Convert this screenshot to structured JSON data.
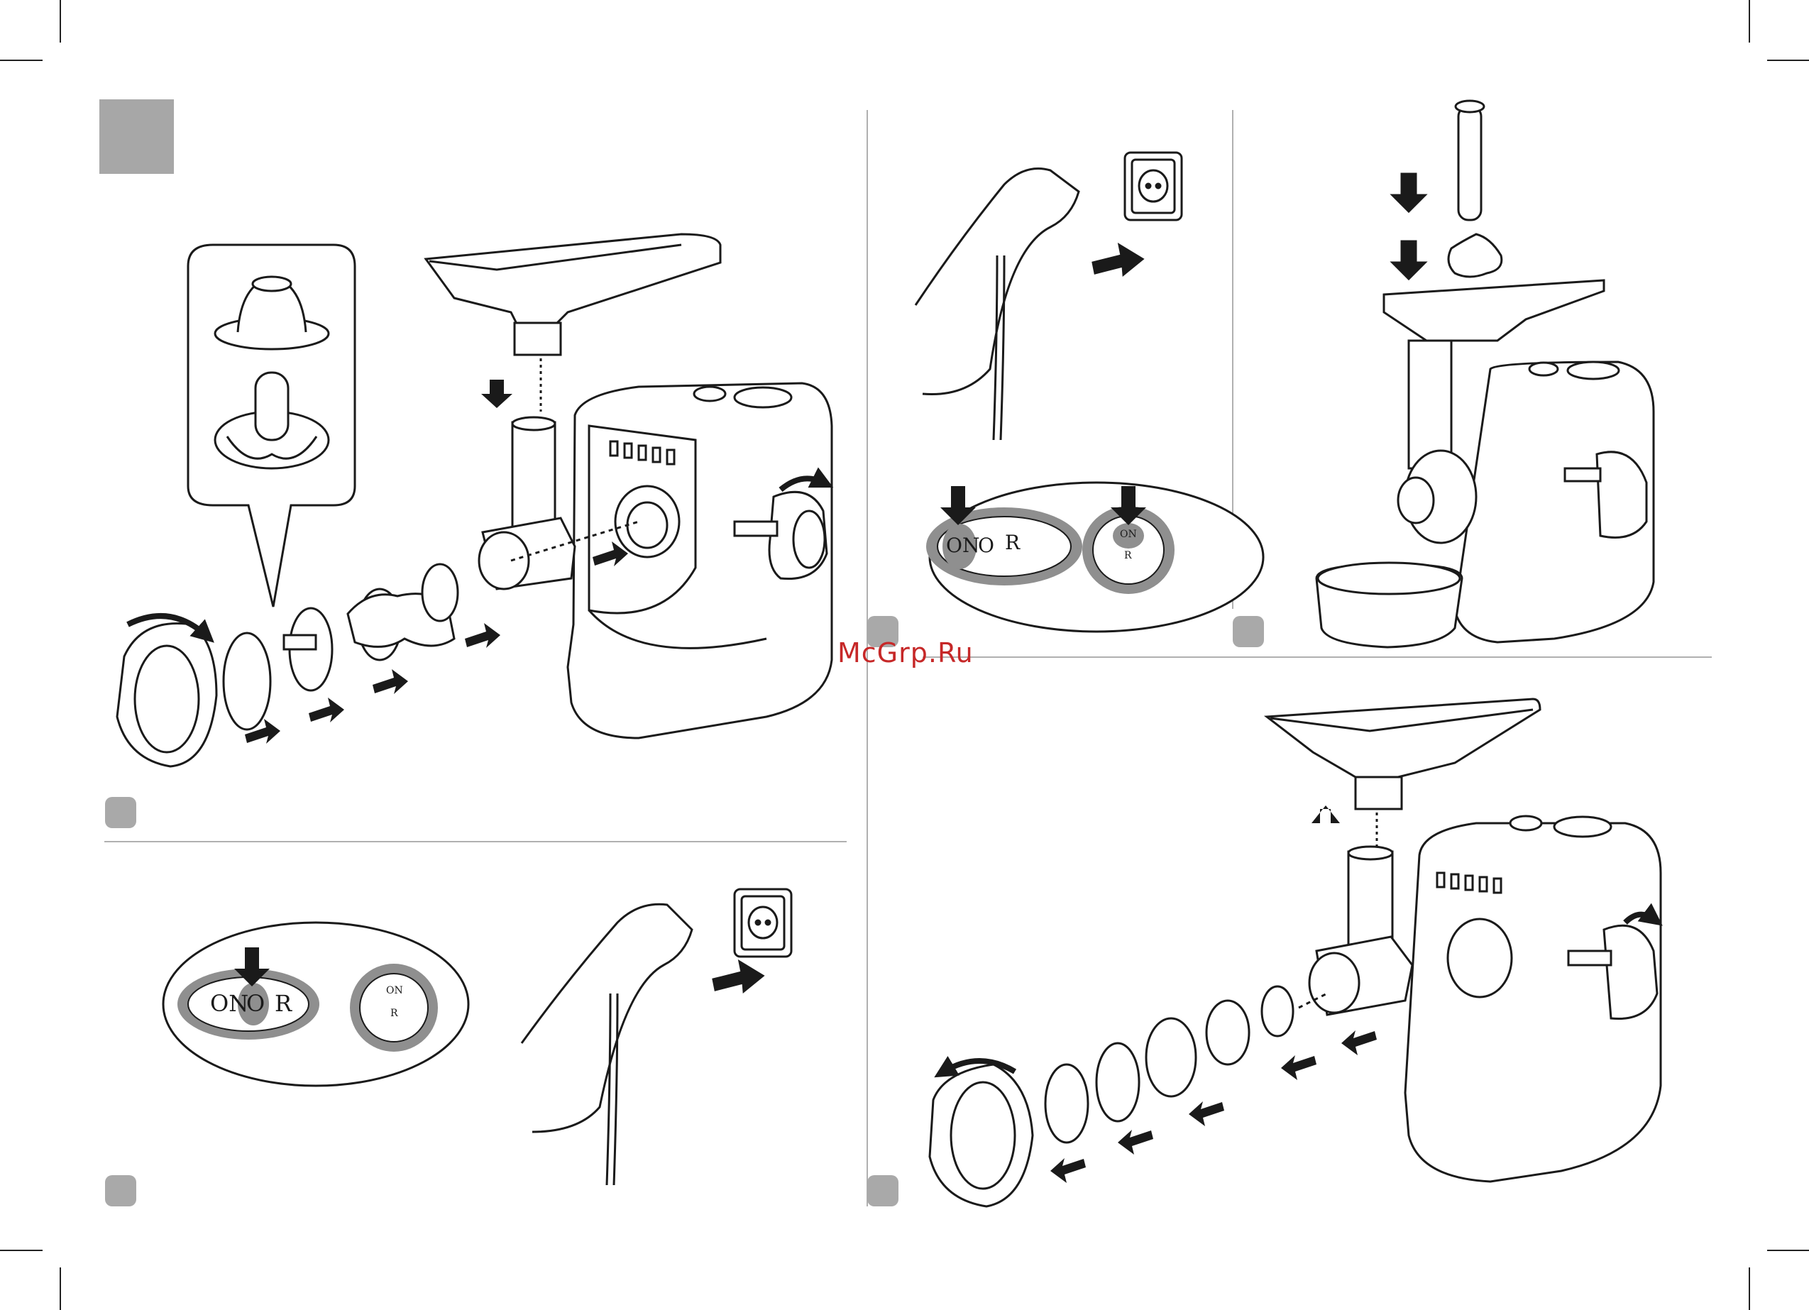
{
  "watermark": "McGrp.Ru",
  "switches": {
    "step2": {
      "on": "ON",
      "off": "O",
      "rev": "R",
      "btn_on": "ON",
      "btn_r": "R"
    },
    "step3": {
      "on": "ON",
      "off": "O",
      "rev": "R",
      "btn_on": "ON",
      "btn_r": "R"
    }
  },
  "colors": {
    "line": "#1a1a1a",
    "panel_gray": "#a7a7a7",
    "badge_gray": "#a9a9a9",
    "ring_gray": "#8f8f8f"
  }
}
